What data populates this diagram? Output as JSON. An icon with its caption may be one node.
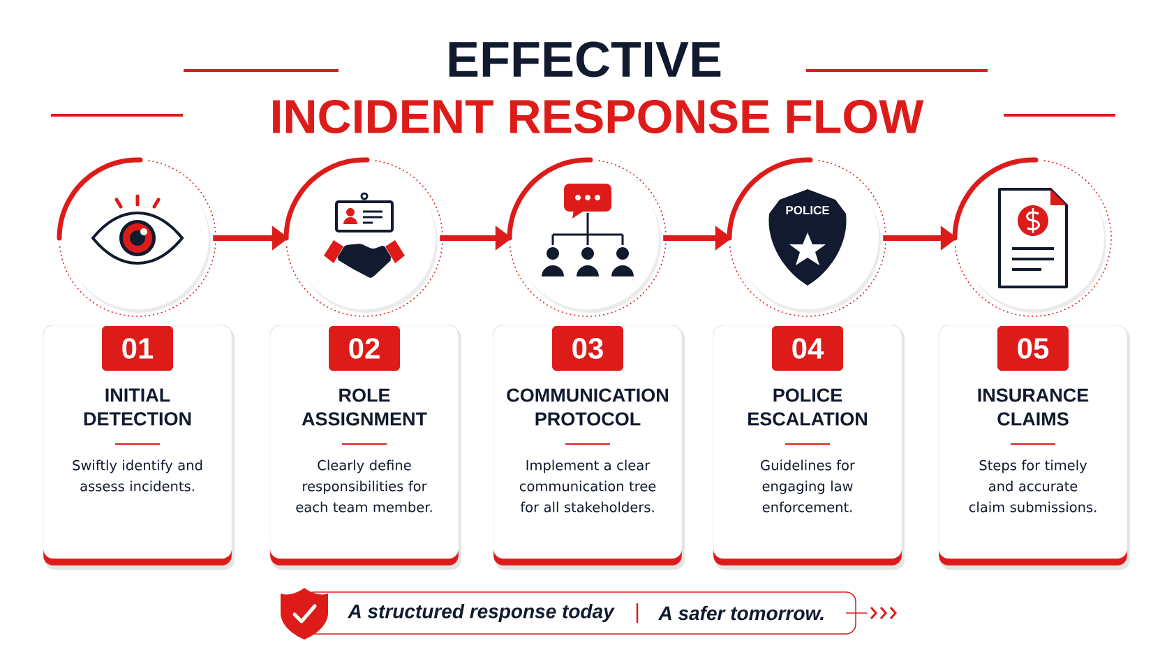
{
  "diagram": {
    "title": "EFFECTIVE",
    "labels": [
      "INCIDENT RESPONSE FLOW"
    ],
    "nodes": [
      {
        "text": [],
        "shape": "circle"
      },
      {
        "text": [],
        "shape": "circle"
      },
      {
        "text": [],
        "shape": "circle"
      },
      {
        "text": [
          "POLICE"
        ]
      },
      {
        "text": [],
        "shape": "circle"
      },
      {
        "text": [
          "01",
          "INITIAL DETECTION",
          "Swiftly identify and assess incidents."
        ]
      },
      {
        "text": [
          "02",
          "ROLE ASSIGNMENT",
          "Clearly define responsibilities for each team member."
        ]
      },
      {
        "text": [
          "03",
          "COMMUNICATION PROTOCOL",
          "Implement a clear communication tree for all stakeholders."
        ]
      },
      {
        "text": [
          "04",
          "POLICE ESCALATION",
          "Guidelines for engaging law enforcement."
        ]
      },
      {
        "text": [
          "05",
          "INSURANCE CLAIMS",
          "Steps for timely and accurate claim submissions."
        ]
      },
      {
        "text": [
          "A structured response today",
          "A safer tomorrow."
        ]
      }
    ],
    "edges": [
      {
        "from": 0,
        "to": 1,
        "arrow": "to"
      },
      {
        "from": 1,
        "to": 2,
        "arrow": "to"
      },
      {
        "from": 2,
        "to": 3,
        "arrow": "to"
      },
      {
        "from": 3,
        "to": 4,
        "arrow": "to"
      }
    ]
  }
}
